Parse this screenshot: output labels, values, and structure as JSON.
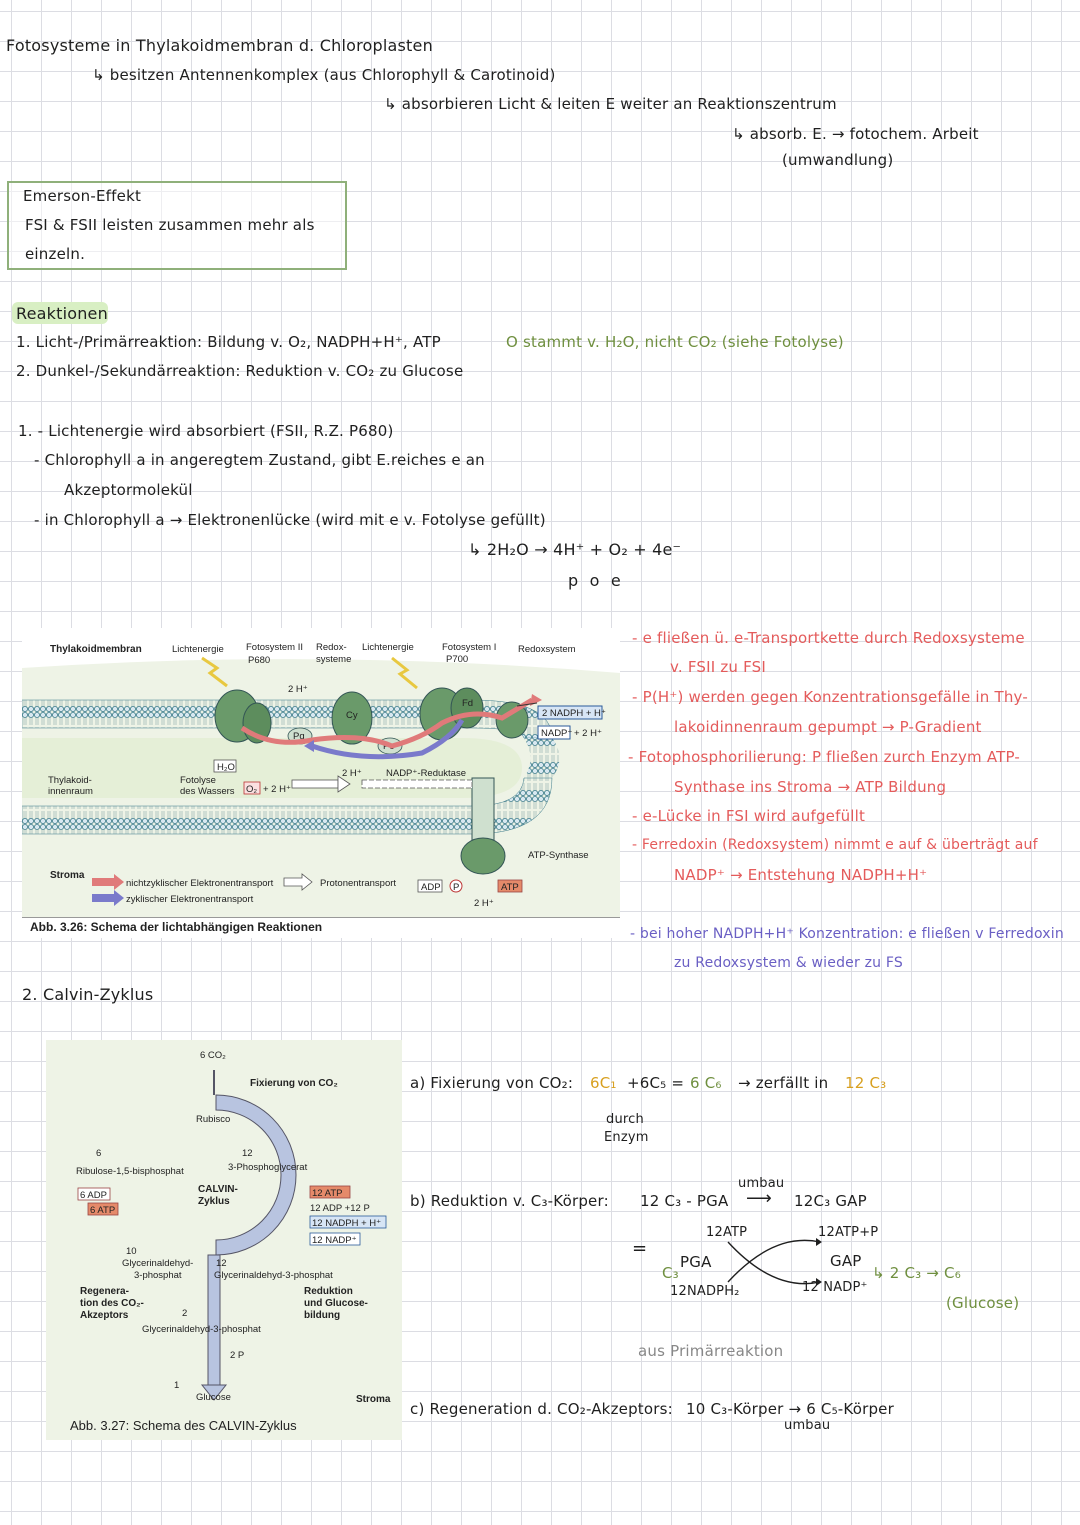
{
  "notes_top": {
    "line1": "Fotosysteme in Thylakoidmembran d. Chloroplasten",
    "line2": "↳ besitzen Antennenkomplex (aus Chlorophyll & Carotinoid)",
    "line3": "↳ absorbieren Licht & leiten E weiter an Reaktionszentrum",
    "line4": "↳ absorb. E. → fotochem. Arbeit",
    "line5": "(umwandlung)"
  },
  "emerson": {
    "title": "Emerson-Effekt",
    "text1": "FSI & FSII leisten zusammen mehr als",
    "text2": "einzeln."
  },
  "reaktionen": {
    "heading": "Reaktionen",
    "r1": "1.  Licht-/Primärreaktion: Bildung v. O₂, NADPH+H⁺, ATP",
    "r1_note": "O stammt v. H₂O, nicht CO₂ (siehe Fotolyse)",
    "r2": "2.  Dunkel-/Sekundärreaktion: Reduktion v. CO₂ zu Glucose"
  },
  "primary": {
    "p1": "1. - Lichtenergie wird absorbiert (FSII, R.Z. P680)",
    "p2": "- Chlorophyll a in angeregtem Zustand, gibt E.reiches e an",
    "p3": "Akzeptormolekül",
    "p4": "- in Chlorophyll a → Elektronenlücke (wird mit e v. Fotolyse gefüllt)",
    "eq": "↳ 2H₂O → 4H⁺ + O₂ + 4e⁻",
    "eq_labels": "p     o     e"
  },
  "fig1": {
    "caption": "Abb. 3.26: Schema der lichtabhängigen Reaktionen",
    "labels": {
      "thylakoid": "Thylakoidmembran",
      "light1": "Lichtenergie",
      "ps2": "Fotosystem II",
      "ps2_sub": "P680",
      "redox1": "Redox-",
      "redox1b": "systeme",
      "light2": "Lichtenergie",
      "ps1": "Fotosystem I",
      "ps1_sub": "P700",
      "redox2": "Redoxsystem",
      "lumen1": "Thylakoid-",
      "lumen2": "innenraum",
      "fotolyse1": "Fotolyse",
      "fotolyse2": "des Wassers",
      "stroma": "Stroma",
      "nadph": "2 NADPH + H⁺",
      "nadp": "NADP⁺",
      "plus2h": "+ 2 H⁺",
      "reductase": "NADP⁺-Reduktase",
      "atp_synthase": "ATP-Synthase",
      "adp": "ADP",
      "p": "P",
      "atp": "ATP",
      "h2o": "H₂O",
      "o2": "O₂",
      "two_h": "+ 2 H⁺",
      "h_top": "2 H⁺",
      "h_mid": "2 H⁺",
      "h_bottom": "2 H⁺",
      "pq": "Pq",
      "cy": "Cy",
      "pc": "Pc",
      "fd": "Fd",
      "legend1": "nichtzyklischer Elektronentransport",
      "legend2": "zyklischer Elektronentransport",
      "legend3": "Protonentransport"
    }
  },
  "notes_right": {
    "n1a": "- e fließen ü. e-Transportkette durch Redoxsysteme",
    "n1b": "v. FSII zu FSI",
    "n2a": "- P(H⁺) werden gegen Konzentrationsgefälle in Thy-",
    "n2b": "lakoidinnenraum gepumpt → P-Gradient",
    "n3a": "- Fotophosphorilierung: P fließen zurch Enzym ATP-",
    "n3b": "Synthase ins Stroma → ATP Bildung",
    "n4": "- e-Lücke in FSI wird aufgefüllt",
    "n5a": "- Ferredoxin (Redoxsystem) nimmt e auf & überträgt auf",
    "n5b": "NADP⁺ → Entstehung NADPH+H⁺",
    "n6a": "- bei hoher NADPH+H⁺ Konzentration: e fließen v Ferredoxin",
    "n6b": "zu Redoxsystem & wieder zu FS"
  },
  "calvin_heading": "2. Calvin-Zyklus",
  "fig2": {
    "caption": "Abb. 3.27: Schema des CALVIN-Zyklus",
    "labels": {
      "co2": "6 CO₂",
      "fix": "Fixierung von CO₂",
      "rubisco": "Rubisco",
      "rubp": "Ribulose-1,5-bisphosphat",
      "pga": "3-Phosphoglycerat",
      "pga_n": "12",
      "rubp_n": "6",
      "calvin1": "CALVIN-",
      "calvin2": "Zyklus",
      "adp6": "6 ADP",
      "atp6": "6 ATP",
      "atp12": "12 ATP",
      "adp12": "12 ADP +12 P",
      "nadph12": "12 NADPH + H⁺",
      "nadp12": "12 NADP⁺",
      "gap10": "10",
      "gap10_label1": "Glycerinaldehyd-",
      "gap10_label2": "3-phosphat",
      "gap12": "12",
      "gap12_label": "Glycerinaldehyd-3-phosphat",
      "regen1": "Regenera-",
      "regen2": "tion des CO₂-",
      "regen3": "Akzeptors",
      "gap2": "2",
      "gap2_label": "Glycerinaldehyd-3-phosphat",
      "two_p": "2 P",
      "red1": "Reduktion",
      "red2": "und Glucose-",
      "red3": "bildung",
      "glucose_n": "1",
      "glucose": "Glucose",
      "stroma": "Stroma"
    }
  },
  "calvin_notes": {
    "a": "a) Fixierung von CO₂:",
    "a_eq1": "6C₁",
    "a_eq2": "+6C₅ =",
    "a_eq3": "6 C₆",
    "a_eq4": "→ zerfällt in",
    "a_eq5": "12 C₃",
    "a_sub1": "durch",
    "a_sub2": "Enzym",
    "b": "b) Reduktion v. C₃-Körper:",
    "b_eq1": "12 C₃ - PGA",
    "b_umbau": "umbau",
    "b_eq2": "12C₃ GAP",
    "eqsign": "=",
    "c3pga": "PGA",
    "c3pre": "C₃",
    "atp12": "12ATP",
    "nadph12": "12NADPH₂",
    "atp12p": "12ATP+P",
    "gap": "GAP",
    "nadp12": "12 NADP⁺",
    "gap_to": "↳ 2 C₃ → C₆",
    "glucose": "(Glucose)",
    "aus": "aus Primärreaktion",
    "c": "c) Regeneration d. CO₂-Akzeptors:",
    "c_eq": "10 C₃-Körper → 6 C₅-Körper",
    "c_umbau": "umbau"
  }
}
